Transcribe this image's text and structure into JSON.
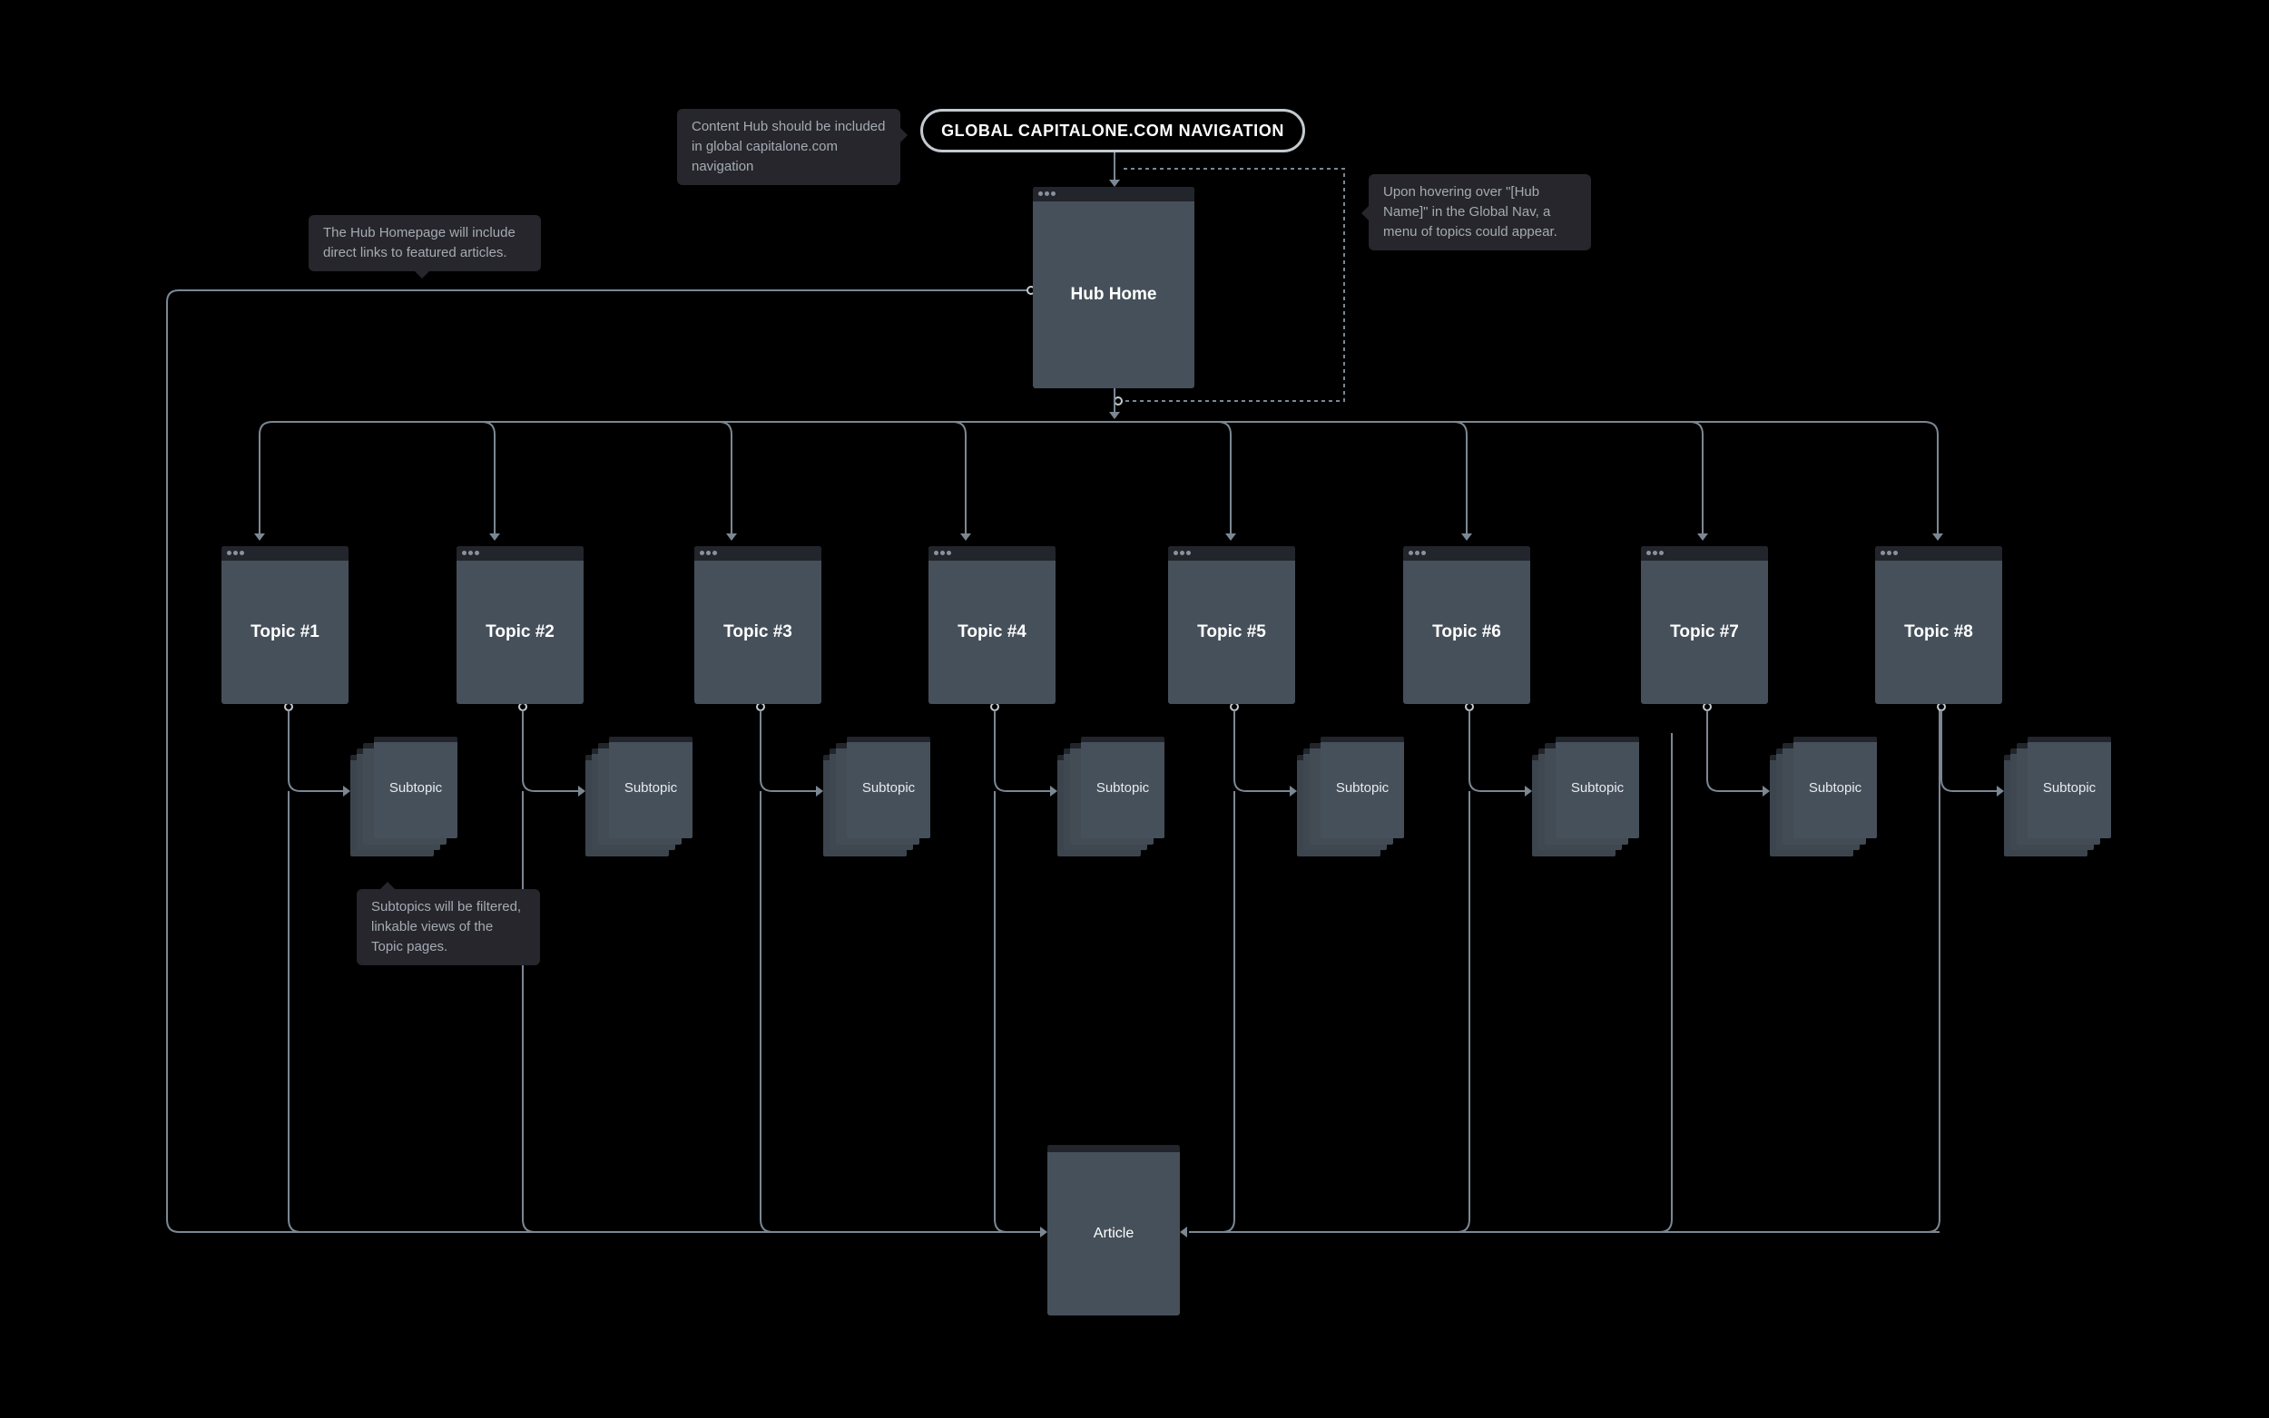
{
  "nav": {
    "label": "GLOBAL CAPITALONE.COM NAVIGATION"
  },
  "hub": {
    "label": "Hub Home"
  },
  "topics": [
    {
      "label": "Topic #1",
      "sublabel": "Subtopic"
    },
    {
      "label": "Topic #2",
      "sublabel": "Subtopic"
    },
    {
      "label": "Topic #3",
      "sublabel": "Subtopic"
    },
    {
      "label": "Topic #4",
      "sublabel": "Subtopic"
    },
    {
      "label": "Topic #5",
      "sublabel": "Subtopic"
    },
    {
      "label": "Topic #6",
      "sublabel": "Subtopic"
    },
    {
      "label": "Topic #7",
      "sublabel": "Subtopic"
    },
    {
      "label": "Topic #8",
      "sublabel": "Subtopic"
    }
  ],
  "article": {
    "label": "Article"
  },
  "notes": {
    "global_nav": "Content Hub should be included in global capitalone.com navigation",
    "hover_menu": "Upon hovering over \"[Hub Name]\" in the Global Nav, a menu of topics could appear.",
    "featured": "The Hub Homepage will include direct links to featured articles.",
    "subtopics": "Subtopics will be filtered, linkable views of the Topic pages."
  },
  "colors": {
    "background": "#000000",
    "page": "#46505a",
    "page_bar": "#22252b",
    "connector": "#7b8793",
    "note_bg": "#26262c",
    "note_text": "#a5abb3"
  }
}
